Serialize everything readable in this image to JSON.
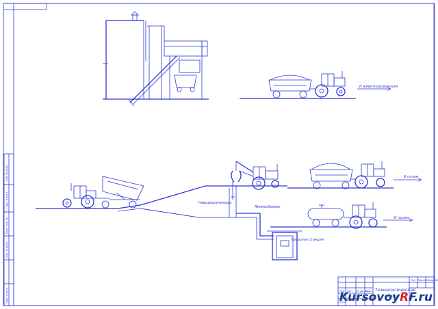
{
  "top_scene": {
    "arrow_label": "К животноводческим"
  },
  "bottom_scene": {
    "arrow_label_upper": "К полям",
    "arrow_label_lower": "К полям",
    "label_pit": "Навозохранилище",
    "label_pipe": "Жижесборник",
    "label_well": "Насосная станция"
  },
  "title_block": {
    "title_line1": "Технологическая",
    "title_line2": "схема",
    "left_cells": [
      "Изм.",
      "Лист",
      "№ докум.",
      "Подп.",
      "Дата"
    ],
    "right_cells": [
      "Лит.",
      "Масса",
      "Масштаб"
    ]
  },
  "side_stamp": [
    "Инв. № подл.",
    "Подп. и дата",
    "Взам. инв. №",
    "Инв. № дубл.",
    "Подп. и дата"
  ],
  "watermark": {
    "brand_prefix": "Kursovoy",
    "brand_r": "R",
    "brand_suffix": "F.ru"
  },
  "colors": {
    "line": "#2b34d6",
    "watermark_blue": "#1d3f8f",
    "watermark_red": "#d8232a"
  }
}
